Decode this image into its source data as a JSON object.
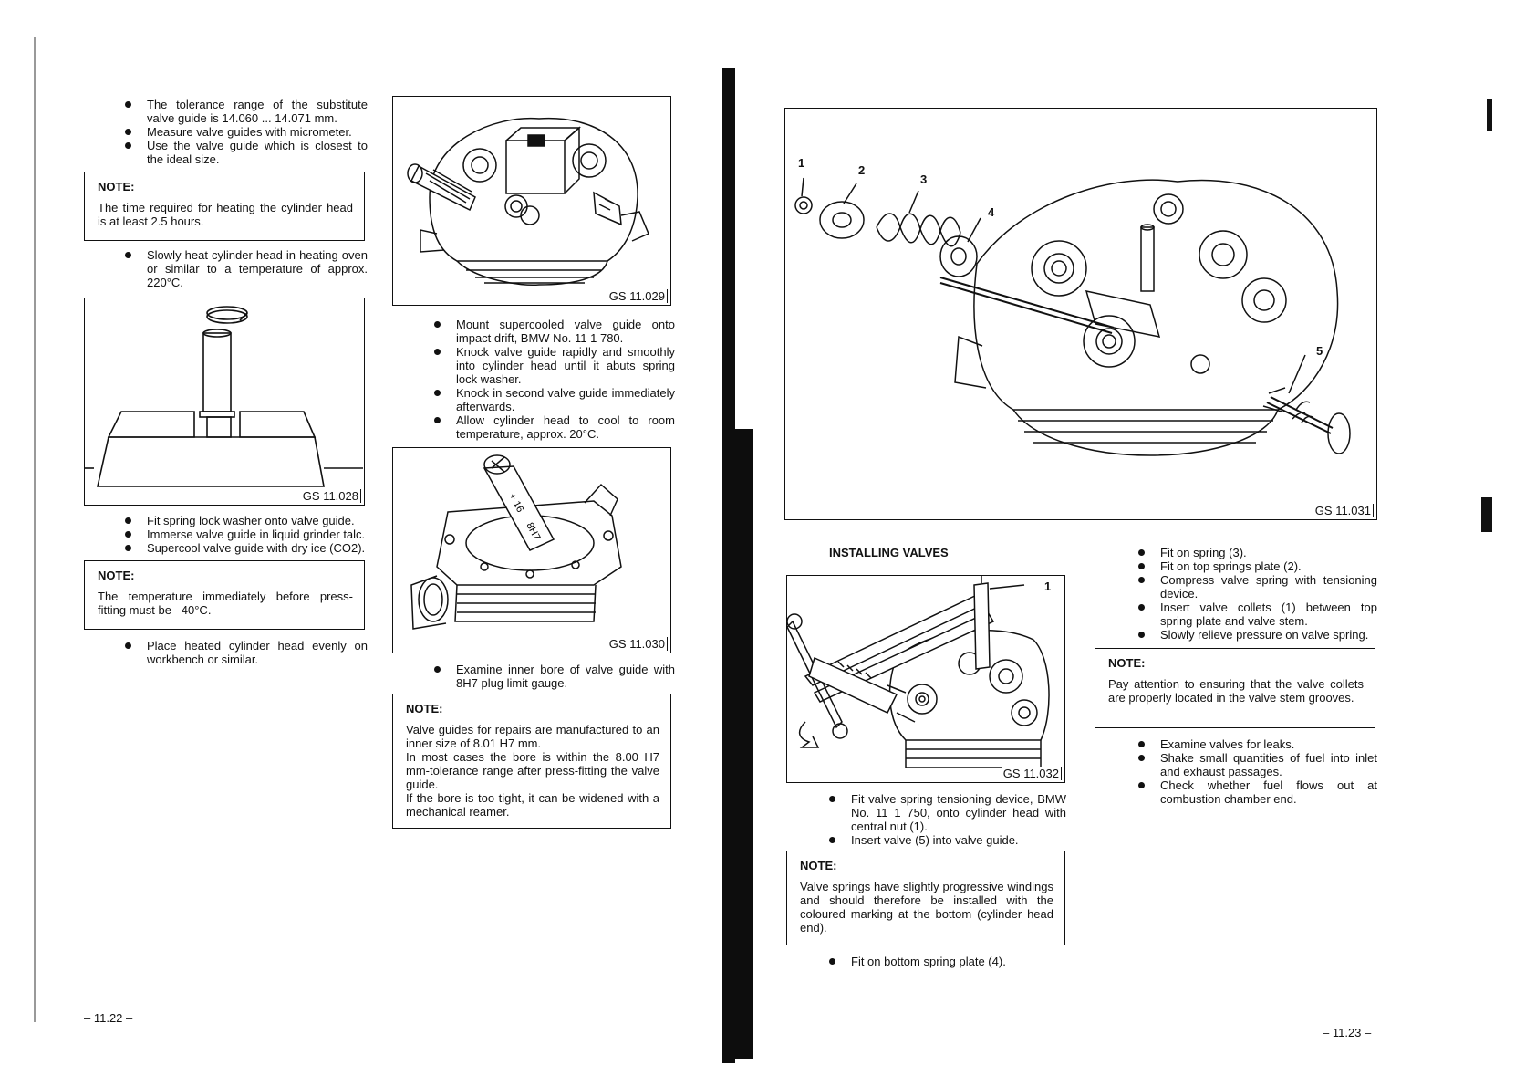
{
  "left_page": {
    "intro_bullets": [
      "The tolerance range of the substitute valve guide is 14.060 ... 14.071 mm.",
      "Measure valve guides with micrometer.",
      "Use the valve guide which is closest to the ideal size."
    ],
    "note1": {
      "title": "NOTE:",
      "text": "The time required for heating the cylinder head is at least 2.5 hours."
    },
    "bullets2": [
      "Slowly heat cylinder head in heating oven or similar to a temperature of approx. 220°C."
    ],
    "fig028_caption": "GS 11.028",
    "bullets3": [
      "Fit spring lock washer onto valve guide.",
      "Immerse valve guide in liquid grinder talc.",
      "Supercool valve guide with dry ice (CO2)."
    ],
    "note2": {
      "title": "NOTE:",
      "text": "The temperature immediately before press-fitting must be –40°C."
    },
    "bullets4": [
      "Place heated cylinder head evenly on workbench or similar."
    ],
    "fig029_caption": "GS 11.029",
    "bullets5": [
      "Mount supercooled valve guide onto impact drift, BMW No. 11 1 780.",
      "Knock valve guide rapidly and smoothly into cylinder head until it abuts spring lock washer.",
      "Knock in second valve guide immediately afterwards.",
      "Allow cylinder head to cool to room temperature, approx. 20°C."
    ],
    "fig030_caption": "GS 11.030",
    "fig030_labels": {
      "a": "+ 16",
      "b": "8H7"
    },
    "bullets6": [
      "Examine inner bore of valve guide with 8H7 plug limit gauge."
    ],
    "note3": {
      "title": "NOTE:",
      "lines": [
        "Valve guides for repairs are manufactured to an inner size of 8.01 H7 mm.",
        "In most cases the bore is within the 8.00 H7 mm-tolerance range after press-fitting the valve guide.",
        "If the bore is too tight, it can be widened with a mechanical reamer."
      ]
    },
    "page_number": "– 11.22 –"
  },
  "right_page": {
    "fig031_caption": "GS 11.031",
    "fig031_labels": [
      "1",
      "2",
      "3",
      "4",
      "5"
    ],
    "heading": "INSTALLING VALVES",
    "fig032_caption": "GS 11.032",
    "fig032_label": "1",
    "bullets_a": [
      "Fit valve spring tensioning device, BMW No. 11 1 750, onto cylinder head with central nut (1).",
      "Insert valve (5) into valve guide."
    ],
    "note4": {
      "title": "NOTE:",
      "text": "Valve springs have slightly progressive windings and should therefore be installed with the coloured marking at the bottom (cylinder head end)."
    },
    "bullets_b": [
      "Fit on bottom spring plate (4)."
    ],
    "bullets_c": [
      "Fit on spring (3).",
      "Fit on top springs plate (2).",
      "Compress valve spring with tensioning device.",
      "Insert valve collets (1) between top spring plate and valve stem.",
      "Slowly relieve pressure on valve spring."
    ],
    "note5": {
      "title": "NOTE:",
      "text": "Pay attention to ensuring that the valve collets are properly located in the valve stem grooves."
    },
    "bullets_d": [
      "Examine valves for leaks.",
      "Shake small quantities of fuel into inlet and exhaust passages.",
      "Check whether fuel flows out at combustion chamber end."
    ],
    "page_number": "– 11.23 –"
  }
}
